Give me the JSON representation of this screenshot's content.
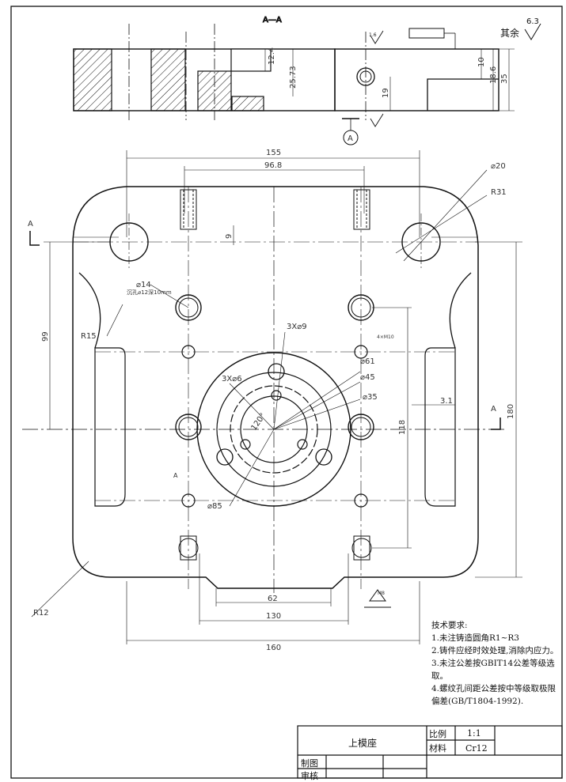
{
  "section": {
    "label": "A—A",
    "datum": "A"
  },
  "roughness": {
    "other_label": "其余",
    "other_value": "6.3",
    "small_value": "1.6"
  },
  "dims": {
    "w155": "155",
    "w96_8": "96.8",
    "w160": "160",
    "w130": "130",
    "w62": "62",
    "h180": "180",
    "h99": "99",
    "h9": "9",
    "h3_1": "3.1",
    "d20": "⌀20",
    "r31": "R31",
    "d14": "⌀14",
    "counterbore": "沉孔⌀12深10mm",
    "r15": "R15",
    "r12": "R12",
    "h3x9": "3X⌀9",
    "h3x6": "3X⌀6",
    "d61": "⌀61",
    "d45": "⌀45",
    "d35": "⌀35",
    "d85": "⌀85",
    "ang120": "120°",
    "s124": "12.4",
    "s2573": "25.73",
    "s19": "19",
    "s186": "18.6",
    "s35": "35",
    "s10": "10",
    "m4x10": "4×M10",
    "m8": "M8",
    "h118": "118"
  },
  "notes": {
    "title": "技术要求:",
    "items": [
      "1.未注铸造圆角R1~R3",
      "2.铸件应经时效处理,消除内应力。",
      "3.未注公差按GBIT14公差等级选取。",
      "4.螺纹孔间距公差按中等级取极限偏差(GB/T1804-1992)."
    ]
  },
  "title_block": {
    "part_name": "上模座",
    "scale_label": "比例",
    "scale_value": "1:1",
    "material_label": "材料",
    "material_value": "Cr12",
    "drawn_label": "制图",
    "checked_label": "审核"
  }
}
